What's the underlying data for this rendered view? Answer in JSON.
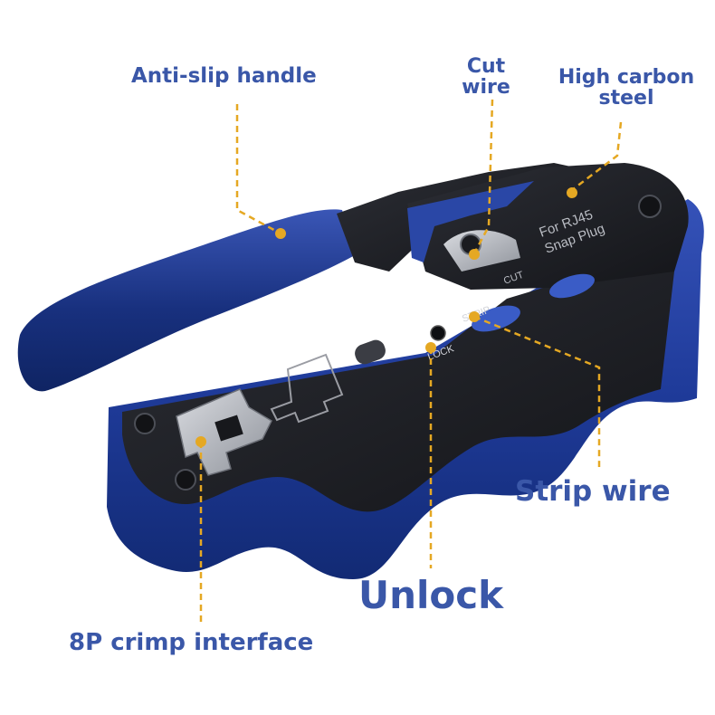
{
  "labels": {
    "anti_slip_handle": "Anti-slip handle",
    "cut_wire": "Cut wire",
    "high_carbon_steel": "High carbon steel",
    "strip_wire": "Strip wire",
    "unlock": "Unlock",
    "crimp_interface": "8P crimp interface"
  },
  "tool_markings": {
    "plug_text_line1": "For RJ45",
    "plug_text_line2": "Snap Plug",
    "cut": "CUT",
    "strip": "STRIP",
    "lock": "LOCK"
  },
  "colors": {
    "label_text": "#3a57a8",
    "callout_line": "#e5a823",
    "tool_blue": "#1f3b9a",
    "tool_black": "#1c1d22"
  }
}
